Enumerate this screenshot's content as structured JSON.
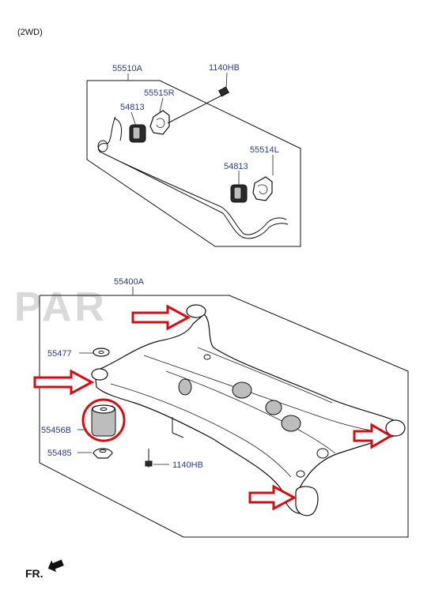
{
  "variant_label": "(2WD)",
  "watermark_text": "PAR",
  "direction_label": "FR.",
  "upper_assembly": {
    "group_label": "55510A",
    "bolt_label": "1140HB",
    "bracket_right_label": "55515R",
    "bushing_label_upper": "54813",
    "bracket_left_label": "55514L",
    "bushing_label_lower": "54813"
  },
  "lower_assembly": {
    "group_label": "55400A",
    "washer_label": "55477",
    "bushing_label": "55456B",
    "stopper_label": "55485",
    "bolt_label": "1140HB"
  },
  "colors": {
    "label_blue": "#2b3f86",
    "highlight_red": "#d40d12",
    "watermark": "#d9d9d9"
  }
}
